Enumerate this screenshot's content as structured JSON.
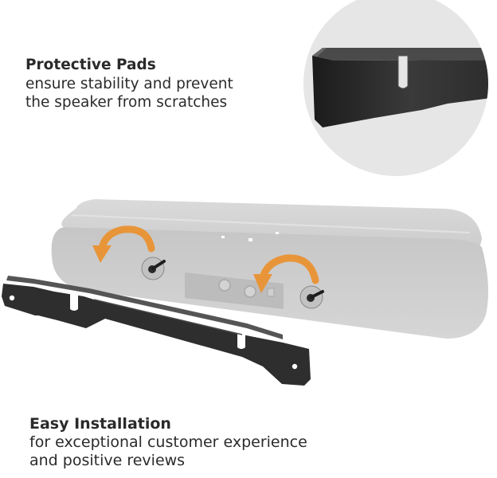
{
  "features": {
    "protective_pads": {
      "title": "Protective Pads",
      "line1": "ensure stability and prevent",
      "line2": "the speaker from scratches"
    },
    "easy_installation": {
      "title": "Easy Installation",
      "line1": "for exceptional customer experience",
      "line2": "and positive reviews"
    }
  },
  "colors": {
    "speaker": "#d0d0d0",
    "bracket": "#2e2e2e",
    "arrow": "#e8953a",
    "zoom_circle": "#e6e6e6",
    "text": "#2a2a2a"
  }
}
